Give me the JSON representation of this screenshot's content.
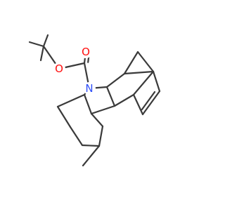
{
  "molecule": {
    "atoms": [
      {
        "id": "O_carbonyl",
        "symbol": "O"
      },
      {
        "id": "O_ester",
        "symbol": "O"
      },
      {
        "id": "N",
        "symbol": "N"
      }
    ]
  },
  "colors": {
    "bond": "#3a3a3a",
    "oxygen": "#ff0d0d",
    "nitrogen": "#3050f8",
    "background": "#ffffff"
  }
}
